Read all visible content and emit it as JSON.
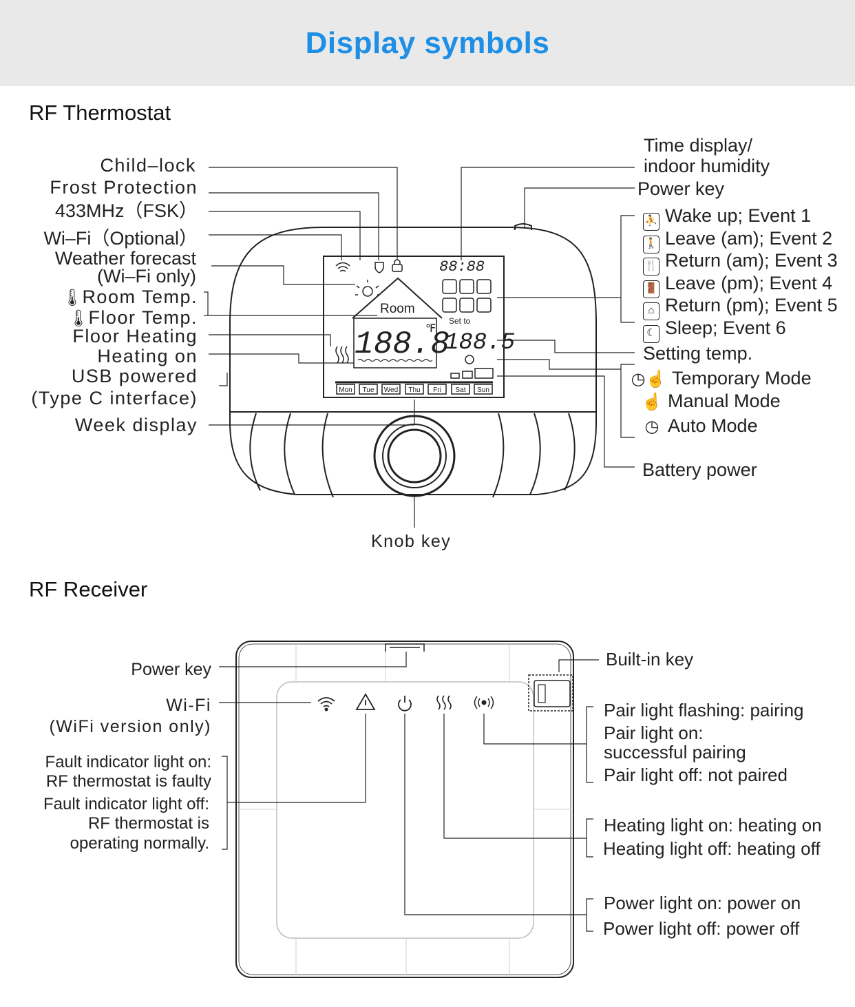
{
  "header": {
    "title": "Display symbols"
  },
  "sections": {
    "thermostat": "RF Thermostat",
    "receiver": "RF Receiver"
  },
  "thermostat": {
    "left_labels": {
      "child_lock": "Child–lock",
      "frost": "Frost Protection",
      "rf433": "433MHz（FSK）",
      "wifi": "Wi–Fi（Optional）",
      "weather_1": "Weather forecast",
      "weather_2": "(Wi–Fi only)",
      "room_temp": "Room Temp.",
      "floor_temp": "Floor Temp.",
      "floor_heating": "Floor Heating",
      "heating_on": "Heating on",
      "usb_1": "USB  powered",
      "usb_2": "(Type C interface)",
      "week": "Week display"
    },
    "right_labels": {
      "time_1": "Time display/",
      "time_2": "indoor humidity",
      "power_key": "Power key",
      "event1": "Wake up; Event 1",
      "event2": "Leave (am); Event 2",
      "event3": "Return (am); Event 3",
      "event4": "Leave (pm); Event 4",
      "event5": "Return (pm); Event 5",
      "event6": "Sleep; Event 6",
      "setting_temp": "Setting temp.",
      "temp_mode": "Temporary Mode",
      "manual_mode": "Manual Mode",
      "auto_mode": "Auto Mode",
      "battery": "Battery power"
    },
    "knob": "Knob key",
    "lcd": {
      "room": "Room",
      "set_to": "Set to",
      "main_digits": "188.8",
      "set_digits": "188.5",
      "clock_digits": "88:88",
      "unit_f": "℉",
      "days": [
        "Mon",
        "Tue",
        "Wed",
        "Thu",
        "Fri",
        "Sat",
        "Sun"
      ]
    }
  },
  "receiver": {
    "left_labels": {
      "power_key": "Power key",
      "wifi_1": "Wi-Fi",
      "wifi_2": "(WiFi version only)",
      "fault_1": "Fault indicator light on:",
      "fault_2": "RF thermostat is faulty",
      "fault_3": "Fault indicator light off:",
      "fault_4": "RF thermostat is",
      "fault_5": "operating normally."
    },
    "right_labels": {
      "builtin": "Built-in key",
      "pair_1": "Pair light flashing: pairing",
      "pair_2": "Pair light on:",
      "pair_3": "successful pairing",
      "pair_4": "Pair light off: not paired",
      "heat_1": "Heating light on: heating on",
      "heat_2": "Heating light off: heating off",
      "power_1": "Power light on: power on",
      "power_2": "Power light off: power off"
    }
  },
  "colors": {
    "accent": "#1e8fe6",
    "banner_bg": "#e9e9e9",
    "ink": "#222222"
  }
}
